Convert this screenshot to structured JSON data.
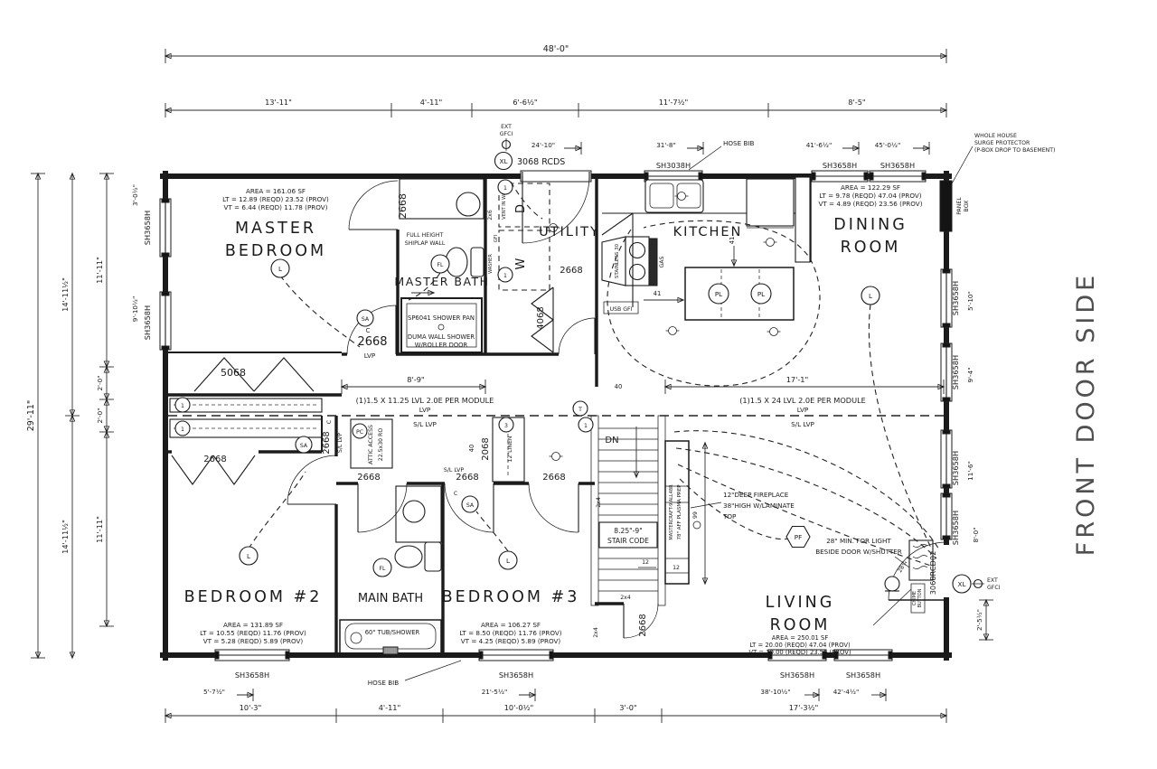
{
  "side_label": "FRONT DOOR SIDE",
  "colors": {
    "ink": "#1b1b1b",
    "muted": "#4f4f4f"
  },
  "dims": {
    "overall_w": "48'-0\"",
    "top_segs": [
      "13'-11\"",
      "4'-11\"",
      "6'-6½\"",
      "11'-7½\"",
      "8'-5\""
    ],
    "back_door_off": "24'-10\"",
    "hose_bib_off": "31'-8\"",
    "din_win_off1": "41'-6½\"",
    "din_win_off2": "45'-0½\"",
    "overall_h": "29'-11\"",
    "left_half": "14'-11½\"",
    "left_sub": "11'-11\"",
    "left_2ft": "2'-0\"",
    "mb_win_off1": "3'-0½\"",
    "mb_win_off2": "9'-10½\"",
    "din_side_off1": "5'-10\"",
    "din_side_off2": "9'-4\"",
    "liv_side_off1": "11'-6\"",
    "liv_side_off2": "8'-0\"",
    "front_door_off": "2'-5½\"",
    "door_jamb": "28¾",
    "br2_win_off": "5'-7½\"",
    "br3_win_off": "21'-5½\"",
    "liv_win_off1": "38'-10½\"",
    "liv_win_off2": "42'-4½\"",
    "bottom_segs": [
      "10'-3\"",
      "4'-11\"",
      "10'-0½\"",
      "3'-0\"",
      "17'-3½\""
    ],
    "hall_beam_span": "8'-9\"",
    "living_beam_span": "17'-1\"",
    "kitchen_41": "41",
    "blocking_40": "40"
  },
  "windows": {
    "sh3658": "SH3658H",
    "sh3038": "SH3038H"
  },
  "doors": {
    "d2668": "2668",
    "d5068": "5068",
    "d4068": "4068",
    "d2068": "2068",
    "back_door": "3068 RCDS",
    "front_door": "3068RCD02",
    "c": "C",
    "lvp": "LVP",
    "sl_lvp": "S/L LVP",
    "linen": "12\"LINEN"
  },
  "beams": {
    "left": "(1)1.5 X 11.25 LVL 2.0E PER MODULE",
    "right": "(1)1.5 X 24 LVL 2.0E PER MODULE"
  },
  "rooms": {
    "master_bedroom": {
      "line1": "MASTER",
      "line2": "BEDROOM",
      "area": "AREA = 161.06 SF",
      "lt": "LT = 12.89 (REQD) 23.52 (PROV)",
      "vt": "VT = 6.44 (REQD) 11.78 (PROV)"
    },
    "master_bath": {
      "name": "MASTER BATH",
      "shiplap1": "FULL HEIGHT",
      "shiplap2": "SHIPLAP WALL",
      "pan": "SP6041 SHOWER PAN",
      "shower1": "DUMA WALL SHOWER",
      "shower2": "W/ROLLER DOOR"
    },
    "utility": {
      "name": "UTILITY",
      "w": "W",
      "d": "D",
      "stud": "2x6",
      "washer": "WASHER",
      "vent": "VENT IN WALL",
      "gfi": "GFI"
    },
    "kitchen": {
      "name": "KITCHEN",
      "range": "STAINLESS 30",
      "gas": "GAS",
      "usb": "USB GFI"
    },
    "dining": {
      "line1": "DINING",
      "line2": "ROOM",
      "area": "AREA = 122.29 SF",
      "lt": "LT = 9.78 (REQD) 47.04 (PROV)",
      "vt": "VT = 4.89 (REQD) 23.56 (PROV)"
    },
    "bedroom2": {
      "name": "BEDROOM #2",
      "area": "AREA = 131.89 SF",
      "lt": "LT = 10.55 (REQD) 11.76 (PROV)",
      "vt": "VT = 5.28 (REQD) 5.89 (PROV)"
    },
    "main_bath": {
      "name": "MAIN BATH",
      "tub": "60\" TUB/SHOWER"
    },
    "bedroom3": {
      "name": "BEDROOM #3",
      "area": "AREA = 106.27 SF",
      "lt": "LT = 8.50 (REQD) 11.76 (PROV)",
      "vt": "VT = 4.25 (REQD) 5.89 (PROV)"
    },
    "living": {
      "line1": "LIVING",
      "line2": "ROOM",
      "area": "AREA = 250.01 SF",
      "lt": "LT = 20.00 (REQD) 47.04 (PROV)",
      "vt": "VT = 10.00 (REQD) 23.56 (PROV)"
    }
  },
  "stairs": {
    "dn": "DN",
    "code1": "8.25\"-9\"",
    "code2": "STAIR CODE",
    "stud": "2x4",
    "tread": "12"
  },
  "fireplace": {
    "note1": "12\"DEEP FIREPLACE",
    "note2": "38\"HIGH W/LAMINATE",
    "note3": "TOP",
    "model": "MASTERCRAFT-9'ALL48R",
    "prep": "78\" AFF PLASMA PREP",
    "height": "99"
  },
  "notes": {
    "surge1": "WHOLE HOUSE",
    "surge2": "SURGE PROTECTOR",
    "surge3": "(P-BOX DROP TO BASEMENT)",
    "panel1": "PANEL",
    "panel2": "BOX",
    "hose_bib": "HOSE BIB",
    "ext": "EXT",
    "gfci": "GFCI",
    "attic1": "ATTIC ACCESS",
    "attic2": "22.5x30 RO",
    "door_light1": "28\" MIN. FOR LIGHT",
    "door_light2": "BESIDE DOOR W/SHUTTER",
    "chime1": "CHIME",
    "chime2": "BUTTON"
  },
  "symbols": {
    "light": "L",
    "smoke": "SA",
    "fan_light": "FL",
    "ext_light": "XL",
    "pendant": "PL",
    "porch_fan": "PF",
    "pull_chain": "PC",
    "thermostat": "T",
    "shelf1": "1",
    "shelf3": "3"
  }
}
